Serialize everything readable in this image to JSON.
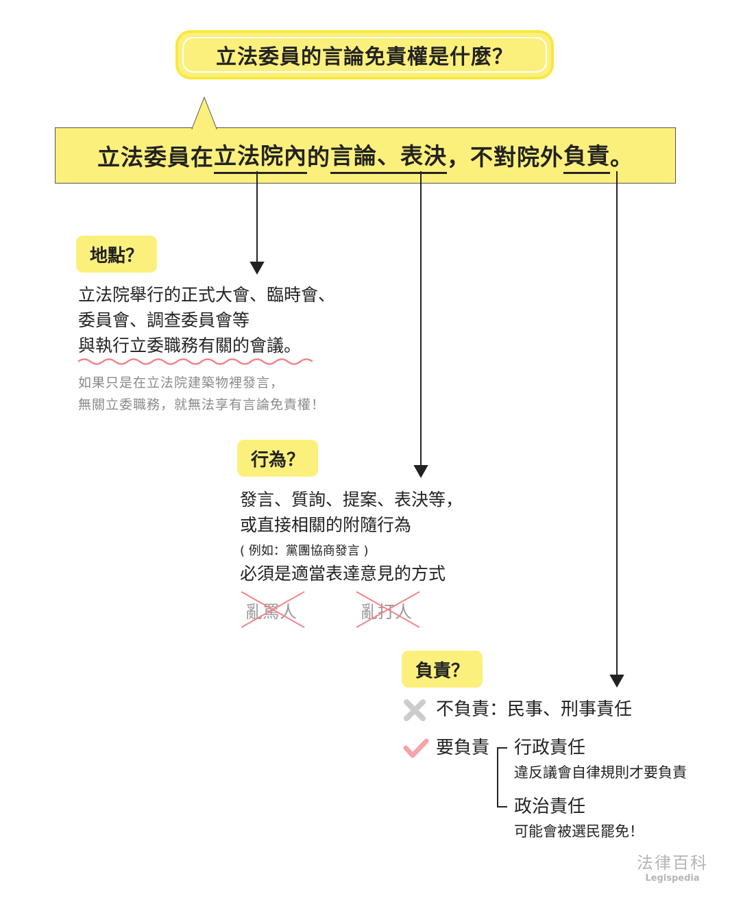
{
  "title": "立法委員的言論免責權是什麼？",
  "definition": {
    "p1": "立法委員在",
    "u1": "立法院內",
    "p2": "的",
    "u2": "言論、表決",
    "p3": "，不對院外",
    "u3": "負責",
    "p4": "。"
  },
  "location": {
    "badge": "地點？",
    "lines": [
      "立法院舉行的正式大會、臨時會、",
      "委員會、調查委員會等",
      "與執行立委職務有關的會議。"
    ],
    "note": [
      "如果只是在立法院建築物裡發言，",
      "無關立委職務，就無法享有言論免責權！"
    ]
  },
  "action": {
    "badge": "行為？",
    "line1": "發言、質詢、提案、表決等，",
    "line2": "或直接相關的附隨行為",
    "example": "( 例如：黨團協商發言 )",
    "line3": "必須是適當表達意見的方式",
    "not_allowed": [
      "亂罵人",
      "亂打人"
    ]
  },
  "liability": {
    "badge": "負責？",
    "no_label": "不負責：民事、刑事責任",
    "yes_label": "要負責",
    "admin_title": "行政責任",
    "admin_desc": "違反議會自律規則才要負責",
    "political_title": "政治責任",
    "political_desc": "可能會被選民罷免！"
  },
  "logo": {
    "cn": "法律百科",
    "en": "Legispedia"
  },
  "colors": {
    "yellow": "#fbf07c",
    "border_yellow": "#f7e83f",
    "cross": "#cccccc",
    "check": "#f4a3a8",
    "wave": "#f2848b",
    "strike": "#f2848b"
  },
  "icons": {
    "cross": "cross-icon",
    "check": "check-icon"
  }
}
